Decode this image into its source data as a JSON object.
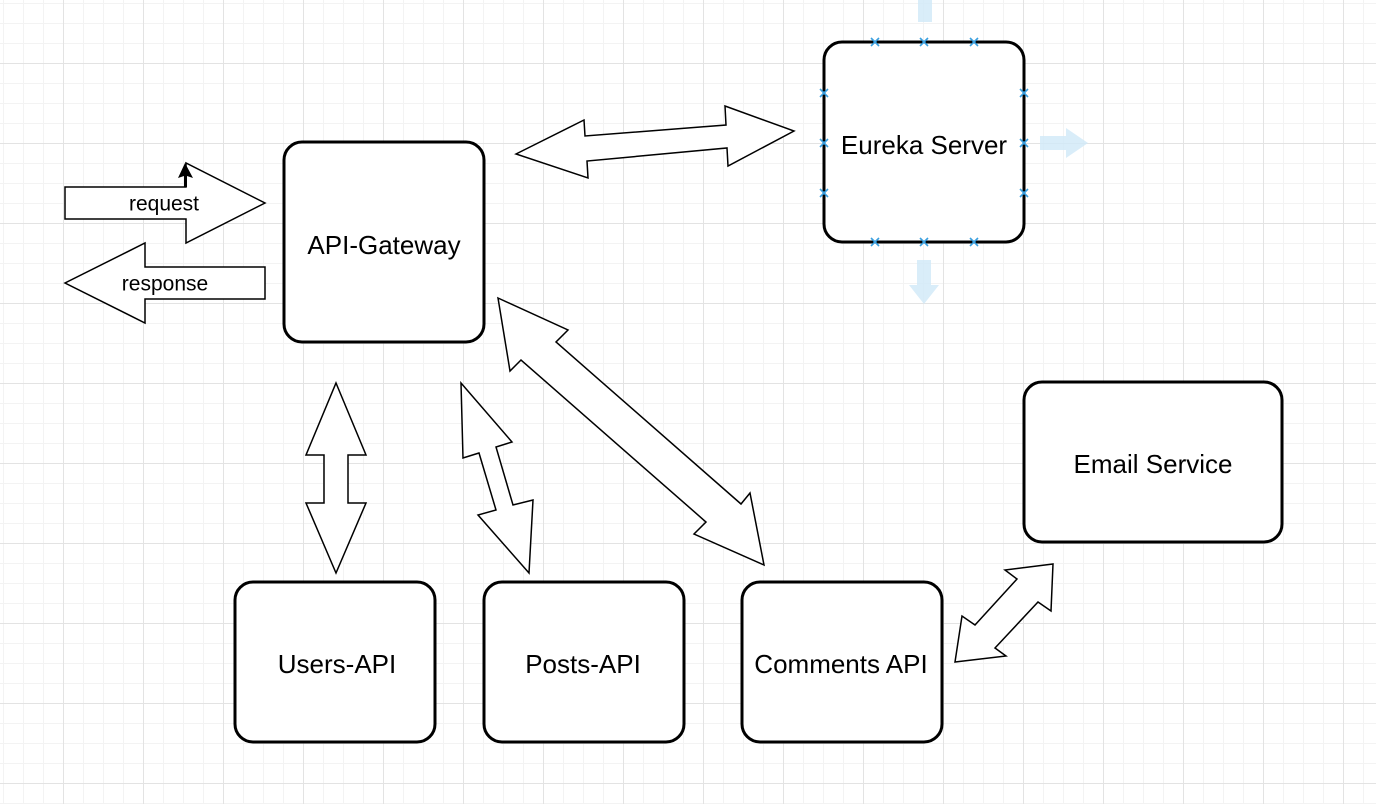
{
  "diagram": {
    "nodes": {
      "api_gateway": "API-Gateway",
      "eureka_server": "Eureka Server",
      "email_service": "Email Service",
      "users_api": "Users-API",
      "posts_api": "Posts-API",
      "comments_api": "Comments API"
    },
    "arrows": {
      "request": "request",
      "response": "response"
    }
  },
  "colors": {
    "stroke": "#000000",
    "fill": "#ffffff",
    "selection_handle": "#3aa0e0",
    "connect_hint": "#cfe9f7",
    "grid": "#e3e3e3"
  }
}
